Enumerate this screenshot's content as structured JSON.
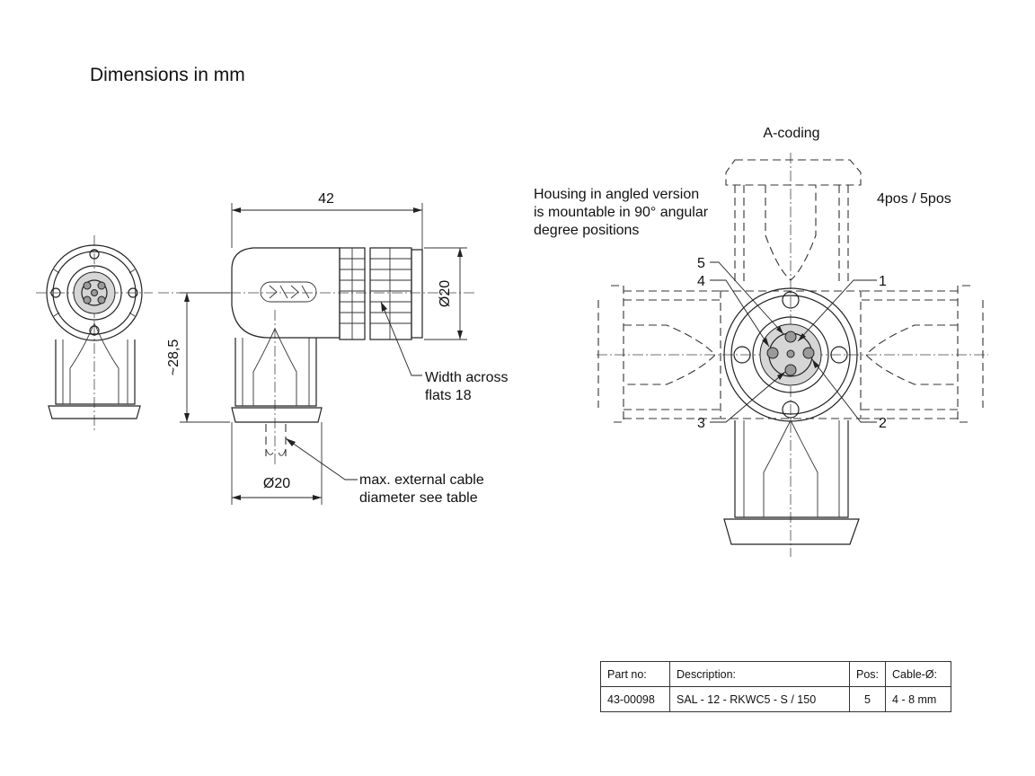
{
  "title": "Dimensions in mm",
  "labels": {
    "dim_length": "42",
    "dim_height": "~28,5",
    "dim_diameter_side": "Ø20",
    "dim_diameter_bottom": "Ø20",
    "width_across_line1": "Width across",
    "width_across_line2": "flats 18",
    "cable_line1": "max. external cable",
    "cable_line2": "diameter see table",
    "coding": "A-coding",
    "housing_line1": "Housing in angled version",
    "housing_line2": "is mountable in 90° angular",
    "housing_line3": "degree positions",
    "positions": "4pos / 5pos",
    "pin1": "1",
    "pin2": "2",
    "pin3": "3",
    "pin4": "4",
    "pin5": "5"
  },
  "table": {
    "headers": [
      "Part no:",
      "Description:",
      "Pos:",
      "Cable-Ø:"
    ],
    "rows": [
      [
        "43-00098",
        "SAL - 12 - RKWC5 - S / 150",
        "5",
        "4 - 8 mm"
      ]
    ]
  },
  "colors": {
    "line": "#222222",
    "fill_dark": "#9a9a9a",
    "fill_light": "#d6d6d6"
  }
}
